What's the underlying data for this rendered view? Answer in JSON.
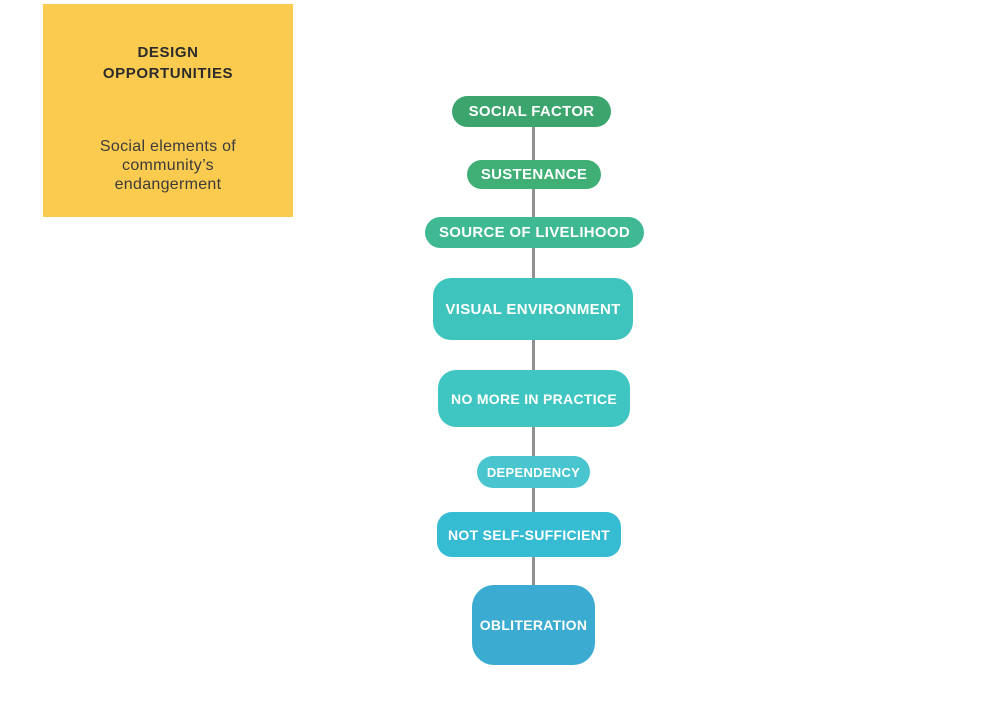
{
  "panel": {
    "title": "DESIGN OPPORTUNITIES",
    "subtitle": "Social elements of community’s endangerment",
    "background_color": "#FBCB50",
    "title_color": "#2B2B2B",
    "subtitle_color": "#3B3B3B"
  },
  "flow": {
    "connector_color": "#8F9092",
    "text_color": "#FFFFFF",
    "nodes": [
      {
        "id": "social-factor",
        "label": "SOCIAL FACTOR",
        "color": "#3CA56E"
      },
      {
        "id": "sustenance",
        "label": "SUSTENANCE",
        "color": "#3FAF76"
      },
      {
        "id": "source-of-livelihood",
        "label": "SOURCE OF LIVELIHOOD",
        "color": "#3FB894"
      },
      {
        "id": "visual-environment",
        "label": "VISUAL ENVIRONMENT",
        "color": "#3EC4BC"
      },
      {
        "id": "no-more-in-practice",
        "label": "NO MORE IN PRACTICE",
        "color": "#3FC6C2"
      },
      {
        "id": "dependency",
        "label": "DEPENDENCY",
        "color": "#48C5CE"
      },
      {
        "id": "not-self-sufficient",
        "label": "NOT SELF-SUFFICIENT",
        "color": "#35BCD2"
      },
      {
        "id": "obliteration",
        "label": "OBLITERATION",
        "color": "#3BABD1"
      }
    ]
  }
}
